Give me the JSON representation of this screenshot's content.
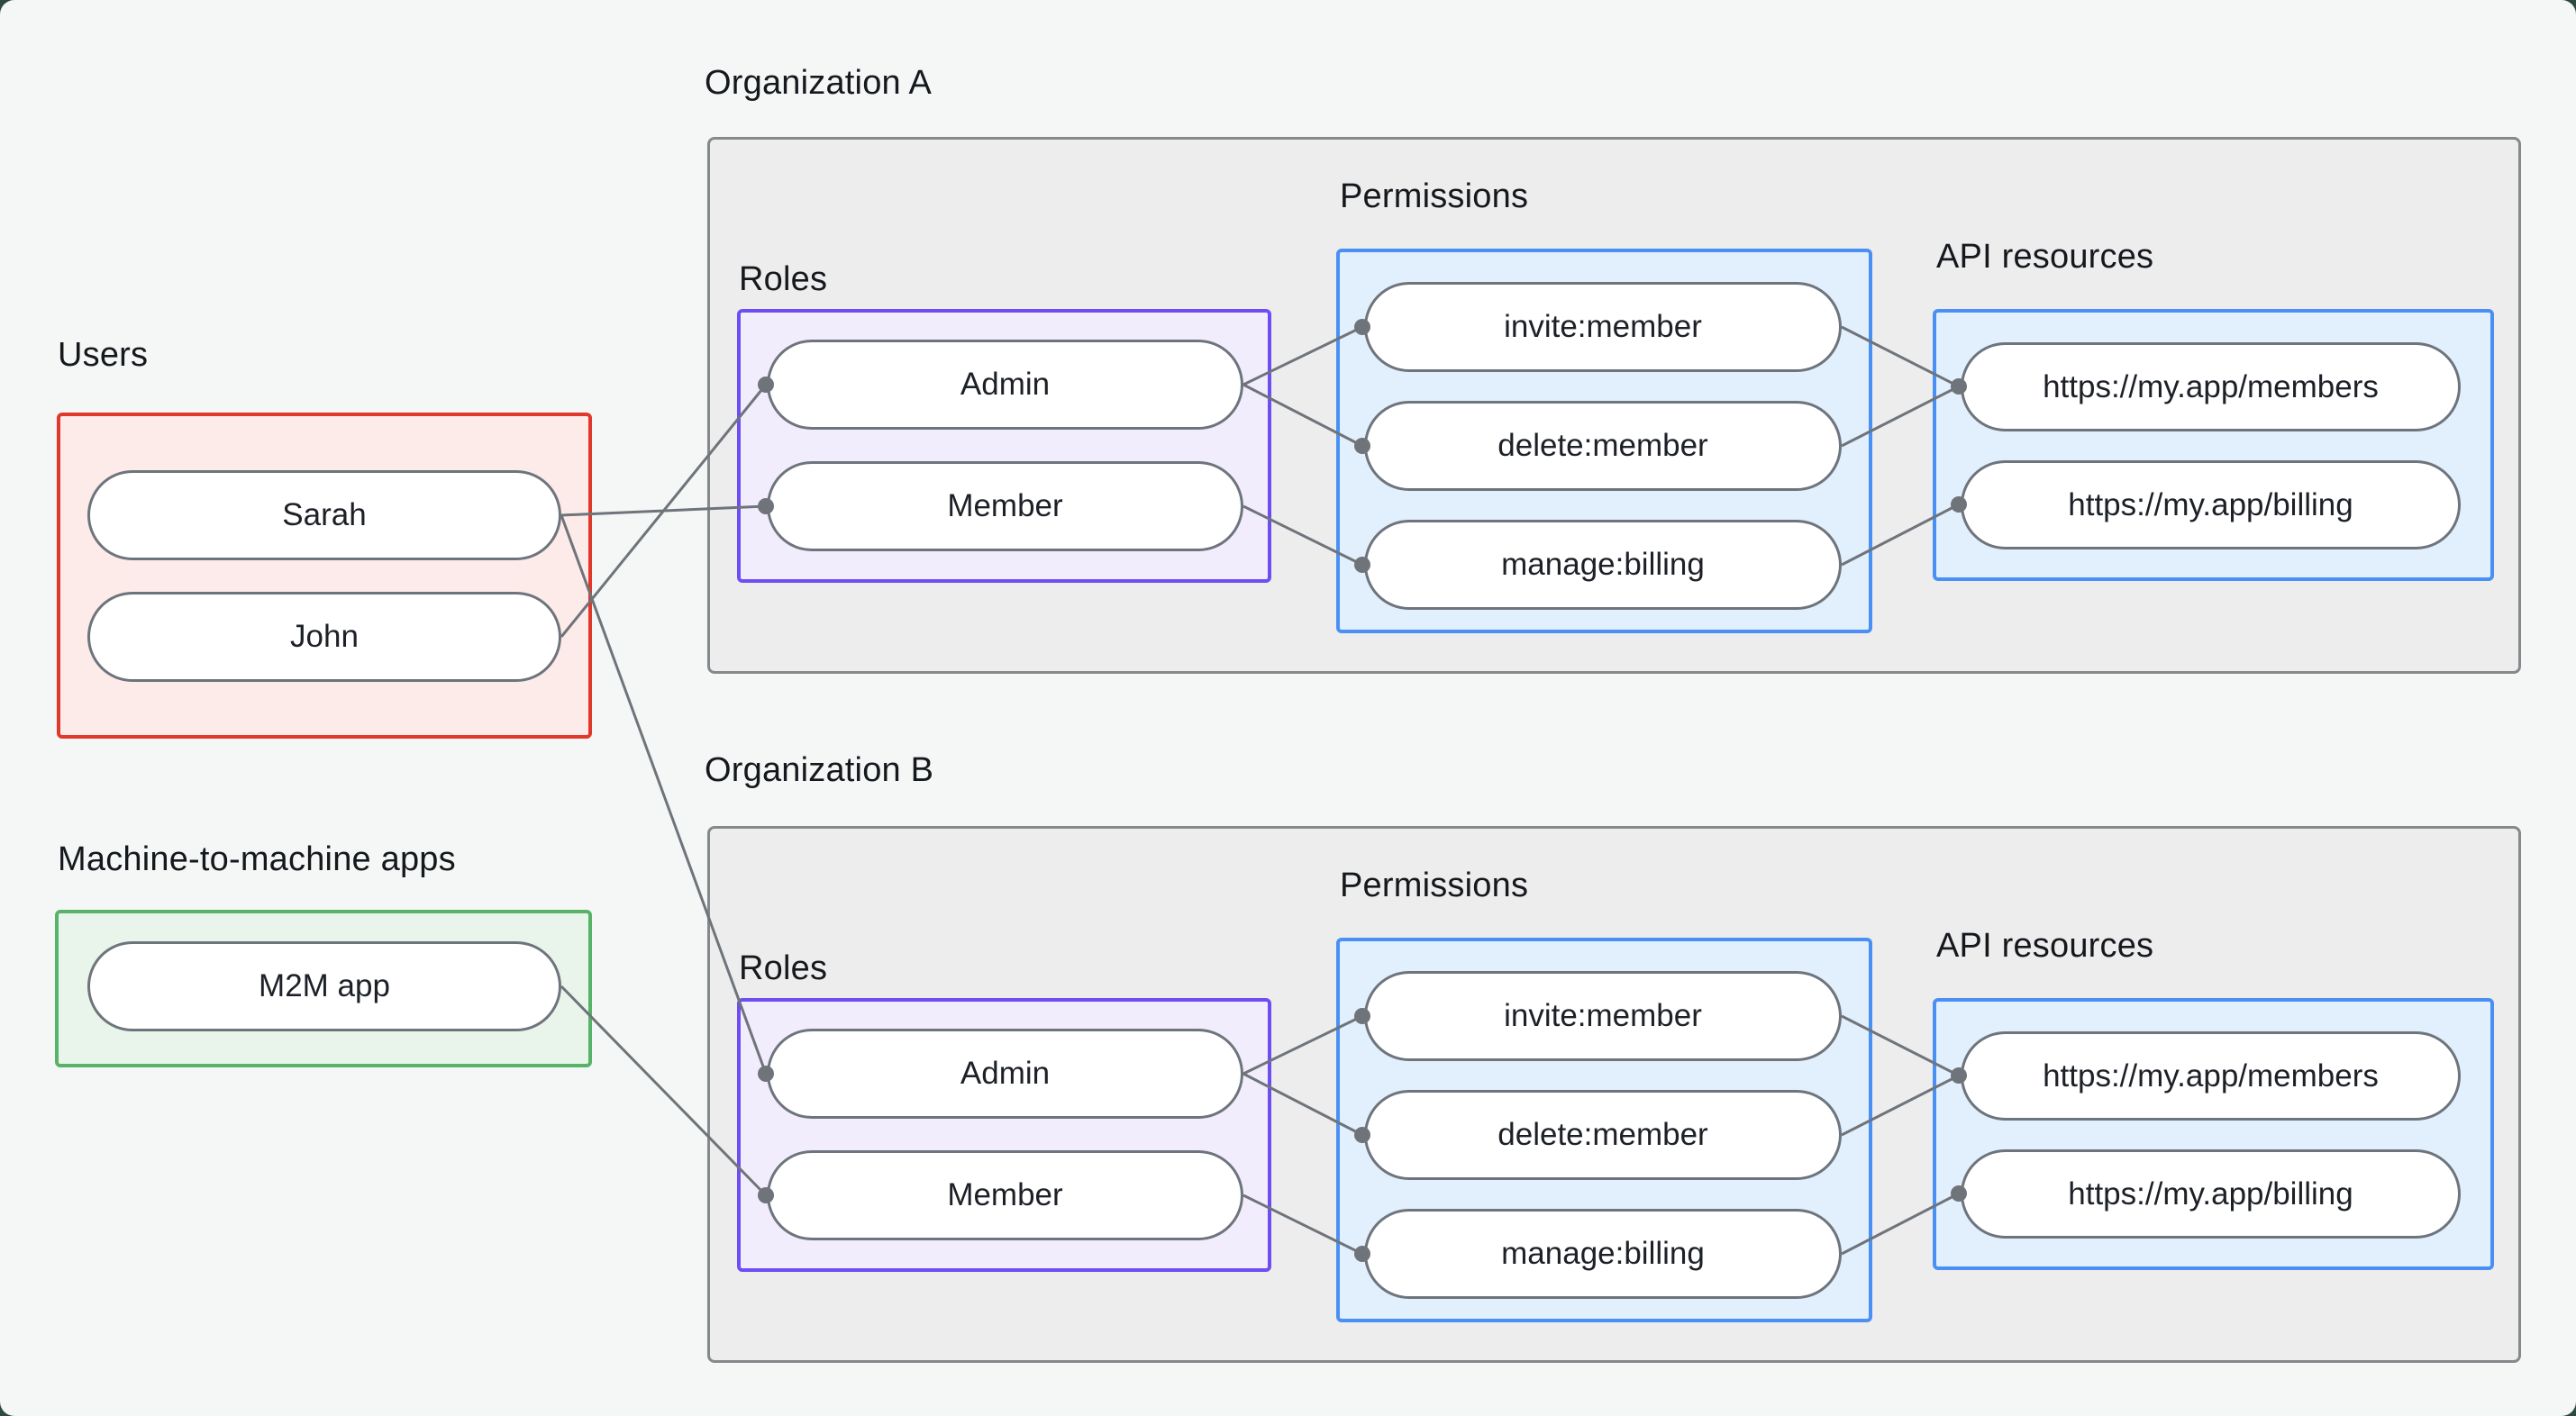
{
  "canvas": {
    "background": "#f5f7f6",
    "corner_backdrop": "#2e4a3c"
  },
  "colors": {
    "users_border": "#e0382a",
    "users_fill": "#fcebe9",
    "m2m_border": "#56b368",
    "m2m_fill": "#e9f4ea",
    "roles_border": "#6e4ef2",
    "roles_fill": "#f2edfd",
    "blue_border": "#4a90f4",
    "blue_fill": "#e2effc",
    "org_border": "#85898c",
    "org_fill": "#ededee",
    "pill_border": "#6e747c",
    "edge_line": "#6e7479",
    "text": "#1d2127"
  },
  "groups": {
    "users": {
      "label": "Users",
      "items": [
        "Sarah",
        "John"
      ]
    },
    "m2m": {
      "label": "Machine-to-machine apps",
      "items": [
        "M2M app"
      ]
    },
    "orgA": {
      "label": "Organization A",
      "roles_label": "Roles",
      "permissions_label": "Permissions",
      "api_label": "API resources",
      "roles": [
        "Admin",
        "Member"
      ],
      "permissions": [
        "invite:member",
        "delete:member",
        "manage:billing"
      ],
      "api_resources": [
        "https://my.app/members",
        "https://my.app/billing"
      ]
    },
    "orgB": {
      "label": "Organization B",
      "roles_label": "Roles",
      "permissions_label": "Permissions",
      "api_label": "API resources",
      "roles": [
        "Admin",
        "Member"
      ],
      "permissions": [
        "invite:member",
        "delete:member",
        "manage:billing"
      ],
      "api_resources": [
        "https://my.app/members",
        "https://my.app/billing"
      ]
    }
  },
  "edges": [
    {
      "from": "Sarah",
      "to": "orgA.Member"
    },
    {
      "from": "John",
      "to": "orgA.Admin"
    },
    {
      "from": "Sarah",
      "to": "orgB.Admin"
    },
    {
      "from": "M2M app",
      "to": "orgB.Member"
    },
    {
      "from": "orgA.Admin",
      "to": "orgA.invite:member"
    },
    {
      "from": "orgA.Admin",
      "to": "orgA.delete:member"
    },
    {
      "from": "orgA.Member",
      "to": "orgA.manage:billing"
    },
    {
      "from": "orgA.invite:member",
      "to": "orgA.https://my.app/members"
    },
    {
      "from": "orgA.delete:member",
      "to": "orgA.https://my.app/members"
    },
    {
      "from": "orgA.manage:billing",
      "to": "orgA.https://my.app/billing"
    },
    {
      "from": "orgB.Admin",
      "to": "orgB.invite:member"
    },
    {
      "from": "orgB.Admin",
      "to": "orgB.delete:member"
    },
    {
      "from": "orgB.Member",
      "to": "orgB.manage:billing"
    },
    {
      "from": "orgB.invite:member",
      "to": "orgB.https://my.app/members"
    },
    {
      "from": "orgB.delete:member",
      "to": "orgB.https://my.app/members"
    },
    {
      "from": "orgB.manage:billing",
      "to": "orgB.https://my.app/billing"
    }
  ]
}
